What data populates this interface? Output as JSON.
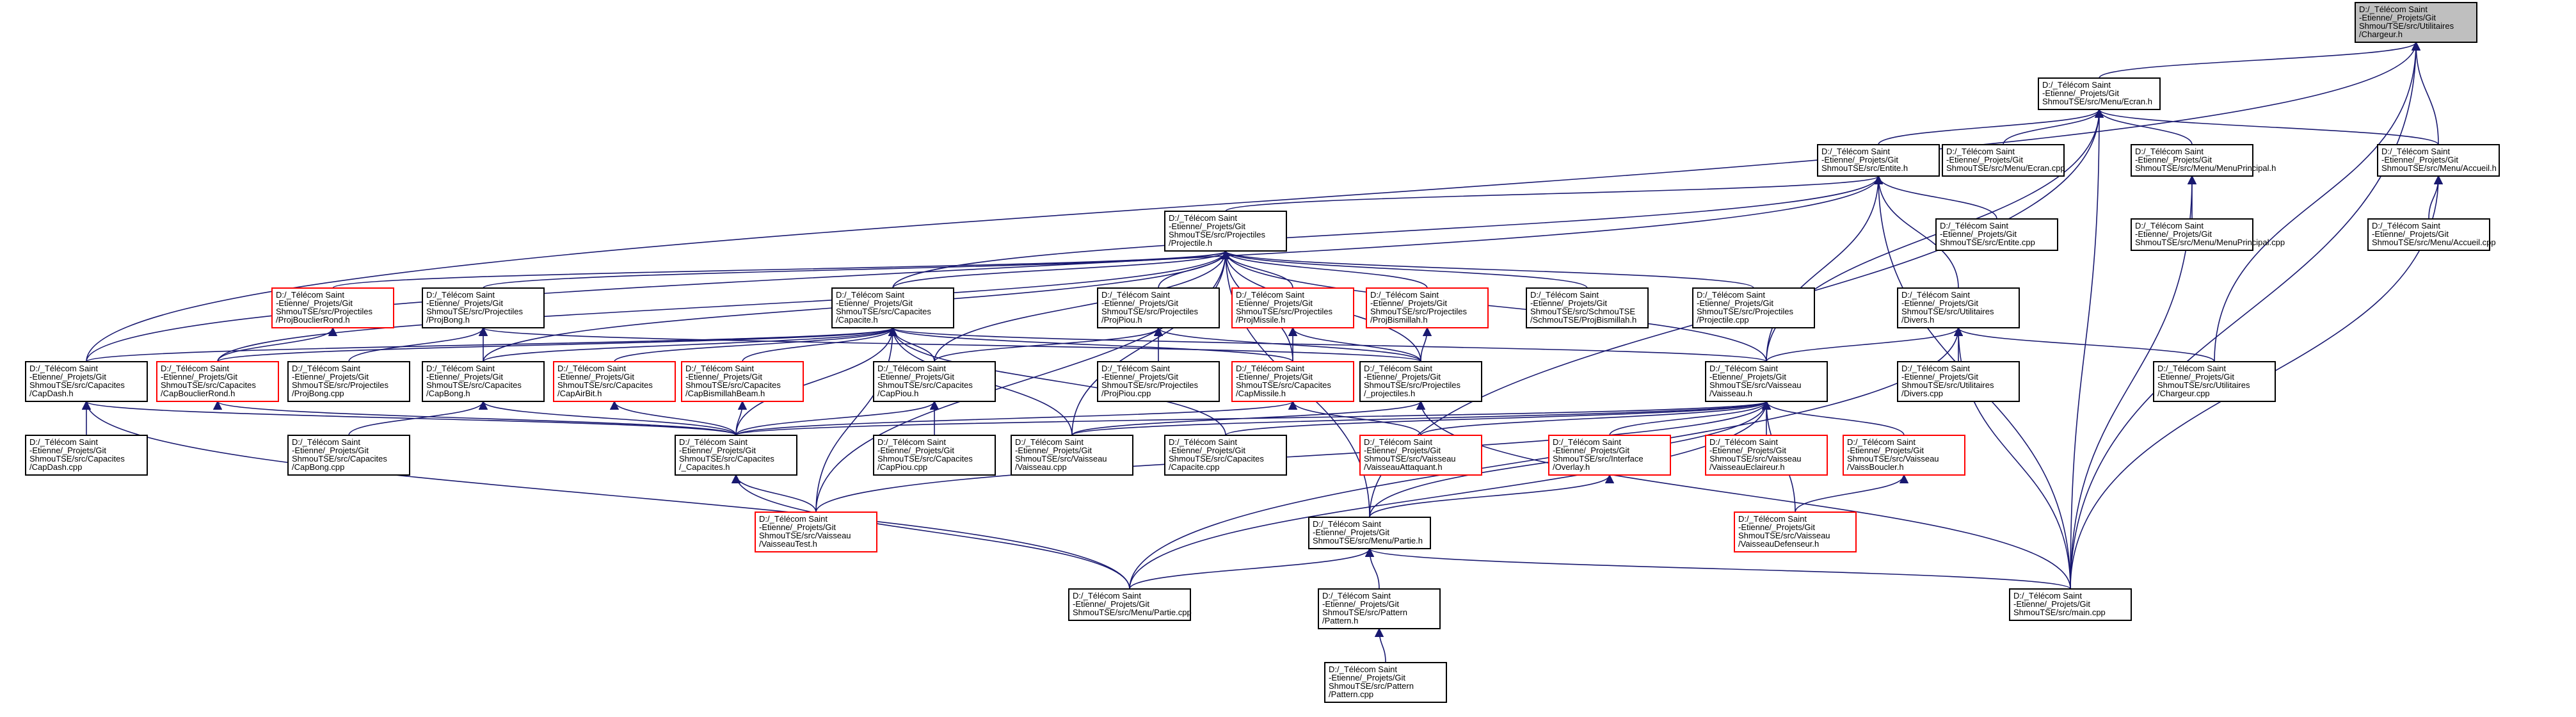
{
  "colors": {
    "background": "#ffffff",
    "edge": "#191970",
    "node_border": "#000000",
    "node_border_incomplete": "#ff0000",
    "root_fill": "#bfbfbf",
    "node_fill": "#ffffff",
    "text": "#000000"
  },
  "graph": {
    "type": "include-dependency-graph",
    "nodes": [
      {
        "id": "chargeur_h",
        "lines": [
          "D:/_Télécom Saint",
          "-Etienne/_Projets/Git",
          "Shmou/TSE/src/Utilitaires",
          "/Chargeur.h"
        ],
        "style": "root"
      },
      {
        "id": "ecran_h",
        "lines": [
          "D:/_Télécom Saint",
          "-Etienne/_Projets/Git",
          "ShmouTSE/src/Menu/Ecran.h"
        ],
        "style": "normal"
      },
      {
        "id": "entite_h",
        "lines": [
          "D:/_Télécom Saint",
          "-Etienne/_Projets/Git",
          "ShmouTSE/src/Entite.h"
        ],
        "style": "normal"
      },
      {
        "id": "ecran_cpp",
        "lines": [
          "D:/_Télécom Saint",
          "-Etienne/_Projets/Git",
          "ShmouTSE/src/Menu/Ecran.cpp"
        ],
        "style": "normal"
      },
      {
        "id": "menuprincipal_h",
        "lines": [
          "D:/_Télécom Saint",
          "-Etienne/_Projets/Git",
          "ShmouTSE/src/Menu/MenuPrincipal.h"
        ],
        "style": "normal"
      },
      {
        "id": "accueil_h",
        "lines": [
          "D:/_Télécom Saint",
          "-Etienne/_Projets/Git",
          "ShmouTSE/src/Menu/Accueil.h"
        ],
        "style": "normal"
      },
      {
        "id": "projectile_h",
        "lines": [
          "D:/_Télécom Saint",
          "-Etienne/_Projets/Git",
          "ShmouTSE/src/Projectiles",
          "/Projectile.h"
        ],
        "style": "normal"
      },
      {
        "id": "entite_cpp",
        "lines": [
          "D:/_Télécom Saint",
          "-Etienne/_Projets/Git",
          "ShmouTSE/src/Entite.cpp"
        ],
        "style": "normal"
      },
      {
        "id": "menuprincipal_cpp",
        "lines": [
          "D:/_Télécom Saint",
          "-Etienne/_Projets/Git",
          "ShmouTSE/src/Menu/MenuPrincipal.cpp"
        ],
        "style": "normal"
      },
      {
        "id": "accueil_cpp",
        "lines": [
          "D:/_Télécom Saint",
          "-Etienne/_Projets/Git",
          "ShmouTSE/src/Menu/Accueil.cpp"
        ],
        "style": "normal"
      },
      {
        "id": "projbouclierrond_h",
        "lines": [
          "D:/_Télécom Saint",
          "-Etienne/_Projets/Git",
          "ShmouTSE/src/Projectiles",
          "/ProjBouclierRond.h"
        ],
        "style": "incomplete"
      },
      {
        "id": "projbong_h",
        "lines": [
          "D:/_Télécom Saint",
          "-Etienne/_Projets/Git",
          "ShmouTSE/src/Projectiles",
          "/ProjBong.h"
        ],
        "style": "normal"
      },
      {
        "id": "capacite_h",
        "lines": [
          "D:/_Télécom Saint",
          "-Etienne/_Projets/Git",
          "ShmouTSE/src/Capacites",
          "/Capacite.h"
        ],
        "style": "normal"
      },
      {
        "id": "projpiou_h",
        "lines": [
          "D:/_Télécom Saint",
          "-Etienne/_Projets/Git",
          "ShmouTSE/src/Projectiles",
          "/ProjPiou.h"
        ],
        "style": "normal"
      },
      {
        "id": "projmissile_h",
        "lines": [
          "D:/_Télécom Saint",
          "-Etienne/_Projets/Git",
          "ShmouTSE/src/Projectiles",
          "/ProjMissile.h"
        ],
        "style": "incomplete"
      },
      {
        "id": "projbismillah_h",
        "lines": [
          "D:/_Télécom Saint",
          "-Etienne/_Projets/Git",
          "ShmouTSE/src/Projectiles",
          "/ProjBismillah.h"
        ],
        "style": "incomplete"
      },
      {
        "id": "schmoutse_projbismillah_h",
        "lines": [
          "D:/_Télécom Saint",
          "-Etienne/_Projets/Git",
          "ShmouTSE/src/SchmouTSE",
          "/SchmouTSE/ProjBismillah.h"
        ],
        "style": "normal"
      },
      {
        "id": "projectile_cpp",
        "lines": [
          "D:/_Télécom Saint",
          "-Etienne/_Projets/Git",
          "ShmouTSE/src/Projectiles",
          "/Projectile.cpp"
        ],
        "style": "normal"
      },
      {
        "id": "divers_h",
        "lines": [
          "D:/_Télécom Saint",
          "-Etienne/_Projets/Git",
          "ShmouTSE/src/Utilitaires",
          "/Divers.h"
        ],
        "style": "normal"
      },
      {
        "id": "capdash_h",
        "lines": [
          "D:/_Télécom Saint",
          "-Etienne/_Projets/Git",
          "ShmouTSE/src/Capacites",
          "/CapDash.h"
        ],
        "style": "normal"
      },
      {
        "id": "capbouclierrond_h",
        "lines": [
          "D:/_Télécom Saint",
          "-Etienne/_Projets/Git",
          "ShmouTSE/src/Capacites",
          "/CapBouclierRond.h"
        ],
        "style": "incomplete"
      },
      {
        "id": "projbong_cpp",
        "lines": [
          "D:/_Télécom Saint",
          "-Etienne/_Projets/Git",
          "ShmouTSE/src/Projectiles",
          "/ProjBong.cpp"
        ],
        "style": "normal"
      },
      {
        "id": "capbong_h",
        "lines": [
          "D:/_Télécom Saint",
          "-Etienne/_Projets/Git",
          "ShmouTSE/src/Capacites",
          "/CapBong.h"
        ],
        "style": "normal"
      },
      {
        "id": "capairbit_h",
        "lines": [
          "D:/_Télécom Saint",
          "-Etienne/_Projets/Git",
          "ShmouTSE/src/Capacites",
          "/CapAirBit.h"
        ],
        "style": "incomplete"
      },
      {
        "id": "capbismillahbeam_h",
        "lines": [
          "D:/_Télécom Saint",
          "-Etienne/_Projets/Git",
          "ShmouTSE/src/Capacites",
          "/CapBismillahBeam.h"
        ],
        "style": "incomplete"
      },
      {
        "id": "cappiou_h",
        "lines": [
          "D:/_Télécom Saint",
          "-Etienne/_Projets/Git",
          "ShmouTSE/src/Capacites",
          "/CapPiou.h"
        ],
        "style": "normal"
      },
      {
        "id": "projpiou_cpp",
        "lines": [
          "D:/_Télécom Saint",
          "-Etienne/_Projets/Git",
          "ShmouTSE/src/Projectiles",
          "/ProjPiou.cpp"
        ],
        "style": "normal"
      },
      {
        "id": "capmissile_h",
        "lines": [
          "D:/_Télécom Saint",
          "-Etienne/_Projets/Git",
          "ShmouTSE/src/Capacites",
          "/CapMissile.h"
        ],
        "style": "incomplete"
      },
      {
        "id": "_projectiles_h",
        "lines": [
          "D:/_Télécom Saint",
          "-Etienne/_Projets/Git",
          "ShmouTSE/src/Projectiles",
          "/_projectiles.h"
        ],
        "style": "normal"
      },
      {
        "id": "vaisseau_h",
        "lines": [
          "D:/_Télécom Saint",
          "-Etienne/_Projets/Git",
          "ShmouTSE/src/Vaisseau",
          "/Vaisseau.h"
        ],
        "style": "normal"
      },
      {
        "id": "divers_cpp",
        "lines": [
          "D:/_Télécom Saint",
          "-Etienne/_Projets/Git",
          "ShmouTSE/src/Utilitaires",
          "/Divers.cpp"
        ],
        "style": "normal"
      },
      {
        "id": "chargeur_cpp",
        "lines": [
          "D:/_Télécom Saint",
          "-Etienne/_Projets/Git",
          "ShmouTSE/src/Utilitaires",
          "/Chargeur.cpp"
        ],
        "style": "normal"
      },
      {
        "id": "capdash_cpp",
        "lines": [
          "D:/_Télécom Saint",
          "-Etienne/_Projets/Git",
          "ShmouTSE/src/Capacites",
          "/CapDash.cpp"
        ],
        "style": "normal"
      },
      {
        "id": "capbong_cpp",
        "lines": [
          "D:/_Télécom Saint",
          "-Etienne/_Projets/Git",
          "ShmouTSE/src/Capacites",
          "/CapBong.cpp"
        ],
        "style": "normal"
      },
      {
        "id": "_capacites_h",
        "lines": [
          "D:/_Télécom Saint",
          "-Etienne/_Projets/Git",
          "ShmouTSE/src/Capacites",
          "/_Capacites.h"
        ],
        "style": "normal"
      },
      {
        "id": "cappiou_cpp",
        "lines": [
          "D:/_Télécom Saint",
          "-Etienne/_Projets/Git",
          "ShmouTSE/src/Capacites",
          "/CapPiou.cpp"
        ],
        "style": "normal"
      },
      {
        "id": "vaisseau_cpp",
        "lines": [
          "D:/_Télécom Saint",
          "-Etienne/_Projets/Git",
          "ShmouTSE/src/Vaisseau",
          "/Vaisseau.cpp"
        ],
        "style": "normal"
      },
      {
        "id": "capacite_cpp",
        "lines": [
          "D:/_Télécom Saint",
          "-Etienne/_Projets/Git",
          "ShmouTSE/src/Capacites",
          "/Capacite.cpp"
        ],
        "style": "normal"
      },
      {
        "id": "vaisseauattaquant_h",
        "lines": [
          "D:/_Télécom Saint",
          "-Etienne/_Projets/Git",
          "ShmouTSE/src/Vaisseau",
          "/VaisseauAttaquant.h"
        ],
        "style": "incomplete"
      },
      {
        "id": "overlay_h",
        "lines": [
          "D:/_Télécom Saint",
          "-Etienne/_Projets/Git",
          "ShmouTSE/src/Interface",
          "/Overlay.h"
        ],
        "style": "incomplete"
      },
      {
        "id": "vaisseaueclaireur_h",
        "lines": [
          "D:/_Télécom Saint",
          "-Etienne/_Projets/Git",
          "ShmouTSE/src/Vaisseau",
          "/VaisseauEclaireur.h"
        ],
        "style": "incomplete"
      },
      {
        "id": "vaissboucler_h",
        "lines": [
          "D:/_Télécom Saint",
          "-Etienne/_Projets/Git",
          "ShmouTSE/src/Vaisseau",
          "/VaissBoucler.h"
        ],
        "style": "incomplete"
      },
      {
        "id": "vaisseautest_h",
        "lines": [
          "D:/_Télécom Saint",
          "-Etienne/_Projets/Git",
          "ShmouTSE/src/Vaisseau",
          "/VaisseauTest.h"
        ],
        "style": "incomplete"
      },
      {
        "id": "partie_h",
        "lines": [
          "D:/_Télécom Saint",
          "-Etienne/_Projets/Git",
          "ShmouTSE/src/Menu/Partie.h"
        ],
        "style": "normal"
      },
      {
        "id": "vaisseaudefenseur_h",
        "lines": [
          "D:/_Télécom Saint",
          "-Etienne/_Projets/Git",
          "ShmouTSE/src/Vaisseau",
          "/VaisseauDefenseur.h"
        ],
        "style": "incomplete"
      },
      {
        "id": "partie_cpp",
        "lines": [
          "D:/_Télécom Saint",
          "-Etienne/_Projets/Git",
          "ShmouTSE/src/Menu/Partie.cpp"
        ],
        "style": "normal"
      },
      {
        "id": "pattern_h",
        "lines": [
          "D:/_Télécom Saint",
          "-Etienne/_Projets/Git",
          "ShmouTSE/src/Pattern",
          "/Pattern.h"
        ],
        "style": "normal"
      },
      {
        "id": "main_cpp",
        "lines": [
          "D:/_Télécom Saint",
          "-Etienne/_Projets/Git",
          "ShmouTSE/src/main.cpp"
        ],
        "style": "normal"
      },
      {
        "id": "pattern_cpp",
        "lines": [
          "D:/_Télécom Saint",
          "-Etienne/_Projets/Git",
          "ShmouTSE/src/Pattern",
          "/Pattern.cpp"
        ],
        "style": "normal"
      }
    ],
    "edges": [
      [
        "ecran_h",
        "chargeur_h"
      ],
      [
        "accueil_h",
        "chargeur_h"
      ],
      [
        "chargeur_cpp",
        "chargeur_h"
      ],
      [
        "capdash_h",
        "chargeur_h"
      ],
      [
        "main_cpp",
        "chargeur_h"
      ],
      [
        "entite_h",
        "ecran_h"
      ],
      [
        "ecran_cpp",
        "ecran_h"
      ],
      [
        "menuprincipal_h",
        "ecran_h"
      ],
      [
        "accueil_h",
        "ecran_h"
      ],
      [
        "partie_h",
        "ecran_h"
      ],
      [
        "main_cpp",
        "ecran_h"
      ],
      [
        "vaisseau_h",
        "ecran_h"
      ],
      [
        "menuprincipal_cpp",
        "menuprincipal_h"
      ],
      [
        "main_cpp",
        "menuprincipal_h"
      ],
      [
        "accueil_cpp",
        "accueil_h"
      ],
      [
        "main_cpp",
        "accueil_h"
      ],
      [
        "projectile_h",
        "entite_h"
      ],
      [
        "entite_cpp",
        "entite_h"
      ],
      [
        "divers_h",
        "entite_h"
      ],
      [
        "vaisseau_h",
        "entite_h"
      ],
      [
        "capdash_h",
        "entite_h"
      ],
      [
        "capacite_h",
        "entite_h"
      ],
      [
        "main_cpp",
        "entite_h"
      ],
      [
        "projbouclierrond_h",
        "projectile_h"
      ],
      [
        "projbong_h",
        "projectile_h"
      ],
      [
        "capacite_h",
        "projectile_h"
      ],
      [
        "projpiou_h",
        "projectile_h"
      ],
      [
        "projmissile_h",
        "projectile_h"
      ],
      [
        "projbismillah_h",
        "projectile_h"
      ],
      [
        "schmoutse_projbismillah_h",
        "projectile_h"
      ],
      [
        "projectile_cpp",
        "projectile_h"
      ],
      [
        "vaisseau_h",
        "projectile_h"
      ],
      [
        "_projectiles_h",
        "projectile_h"
      ],
      [
        "capbouclierrond_h",
        "projectile_h"
      ],
      [
        "capbong_h",
        "projectile_h"
      ],
      [
        "cappiou_h",
        "projectile_h"
      ],
      [
        "capmissile_h",
        "projectile_h"
      ],
      [
        "vaisseau_cpp",
        "projectile_h"
      ],
      [
        "partie_h",
        "projectile_h"
      ],
      [
        "vaisseautest_h",
        "projectile_h"
      ],
      [
        "capbouclierrond_h",
        "projbouclierrond_h"
      ],
      [
        "capbong_h",
        "projbong_h"
      ],
      [
        "projbong_cpp",
        "projbong_h"
      ],
      [
        "_projectiles_h",
        "projbong_h"
      ],
      [
        "cappiou_h",
        "projpiou_h"
      ],
      [
        "projpiou_cpp",
        "projpiou_h"
      ],
      [
        "_projectiles_h",
        "projpiou_h"
      ],
      [
        "capmissile_h",
        "projmissile_h"
      ],
      [
        "_projectiles_h",
        "projmissile_h"
      ],
      [
        "_projectiles_h",
        "projbismillah_h"
      ],
      [
        "schmoutse_projbismillah_h",
        "schmoutse_projbismillah_h"
      ],
      [
        "capdash_h",
        "capacite_h"
      ],
      [
        "capbouclierrond_h",
        "capacite_h"
      ],
      [
        "capbong_h",
        "capacite_h"
      ],
      [
        "capairbit_h",
        "capacite_h"
      ],
      [
        "capbismillahbeam_h",
        "capacite_h"
      ],
      [
        "cappiou_h",
        "capacite_h"
      ],
      [
        "capmissile_h",
        "capacite_h"
      ],
      [
        "capacite_cpp",
        "capacite_h"
      ],
      [
        "vaisseau_h",
        "capacite_h"
      ],
      [
        "_capacites_h",
        "capacite_h"
      ],
      [
        "vaisseau_cpp",
        "capacite_h"
      ],
      [
        "vaisseautest_h",
        "capacite_h"
      ],
      [
        "vaisseau_h",
        "divers_h"
      ],
      [
        "divers_cpp",
        "divers_h"
      ],
      [
        "chargeur_cpp",
        "divers_h"
      ],
      [
        "main_cpp",
        "divers_h"
      ],
      [
        "partie_cpp",
        "divers_h"
      ],
      [
        "capdash_cpp",
        "capdash_h"
      ],
      [
        "_capacites_h",
        "capdash_h"
      ],
      [
        "_capacites_h",
        "capbouclierrond_h"
      ],
      [
        "capbong_cpp",
        "capbong_h"
      ],
      [
        "_capacites_h",
        "capbong_h"
      ],
      [
        "_capacites_h",
        "capairbit_h"
      ],
      [
        "_capacites_h",
        "capbismillahbeam_h"
      ],
      [
        "cappiou_cpp",
        "cappiou_h"
      ],
      [
        "_capacites_h",
        "cappiou_h"
      ],
      [
        "_capacites_h",
        "capmissile_h"
      ],
      [
        "vaisseau_cpp",
        "_projectiles_h"
      ],
      [
        "main_cpp",
        "_projectiles_h"
      ],
      [
        "vaisseauattaquant_h",
        "vaisseau_h"
      ],
      [
        "overlay_h",
        "vaisseau_h"
      ],
      [
        "vaisseaueclaireur_h",
        "vaisseau_h"
      ],
      [
        "vaissboucler_h",
        "vaisseau_h"
      ],
      [
        "vaisseaudefenseur_h",
        "vaisseau_h"
      ],
      [
        "partie_h",
        "vaisseau_h"
      ],
      [
        "vaisseau_cpp",
        "vaisseau_h"
      ],
      [
        "_capacites_h",
        "vaisseau_h"
      ],
      [
        "capacite_cpp",
        "vaisseau_h"
      ],
      [
        "vaisseautest_h",
        "vaisseau_h"
      ],
      [
        "partie_cpp",
        "vaisseau_h"
      ],
      [
        "vaisseauattaquant_h",
        "capmissile_h"
      ],
      [
        "vaisseaudefenseur_h",
        "vaissboucler_h"
      ],
      [
        "vaisseautest_h",
        "_capacites_h"
      ],
      [
        "partie_cpp",
        "_capacites_h"
      ],
      [
        "partie_h",
        "overlay_h"
      ],
      [
        "partie_cpp",
        "partie_h"
      ],
      [
        "pattern_h",
        "partie_h"
      ],
      [
        "main_cpp",
        "partie_h"
      ],
      [
        "pattern_cpp",
        "pattern_h"
      ],
      [
        "partie_cpp",
        "capdash_h"
      ]
    ]
  }
}
